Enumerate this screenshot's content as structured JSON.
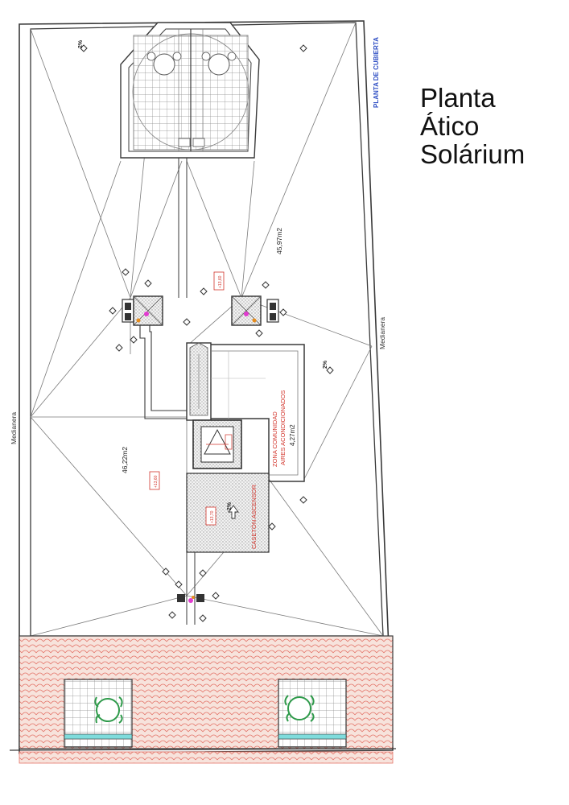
{
  "title": {
    "lines": [
      "Planta",
      "Ático",
      "Solárium"
    ]
  },
  "labels": {
    "planta_cubierta": "PLANTA DE CUBIERTA",
    "medianera_left": "Medianera",
    "medianera_right": "Medianera",
    "area_top_right": "45,97m2",
    "area_left": "46,22m2",
    "zona_line1": "ZONA COMUNIDAD",
    "zona_line2": "AIRES ACONDICIONADOS",
    "zona_area": "4,27m2",
    "caseton": "CASETÓN ASCENSOR",
    "level_1": "+13,60",
    "level_2": "+13,60",
    "level_3": "+13,70",
    "slope_1": "2%",
    "slope_2": "2%",
    "slope_3": "2%"
  },
  "colors": {
    "line": "#3a3a3a",
    "accent_red": "#d2342b",
    "accent_blue": "#2f4fc4",
    "tile_fill": "#f7e3dc",
    "tile_line": "#e4756a",
    "furniture_green": "#2e9a4a",
    "glass_cyan": "#7fdcdc"
  }
}
